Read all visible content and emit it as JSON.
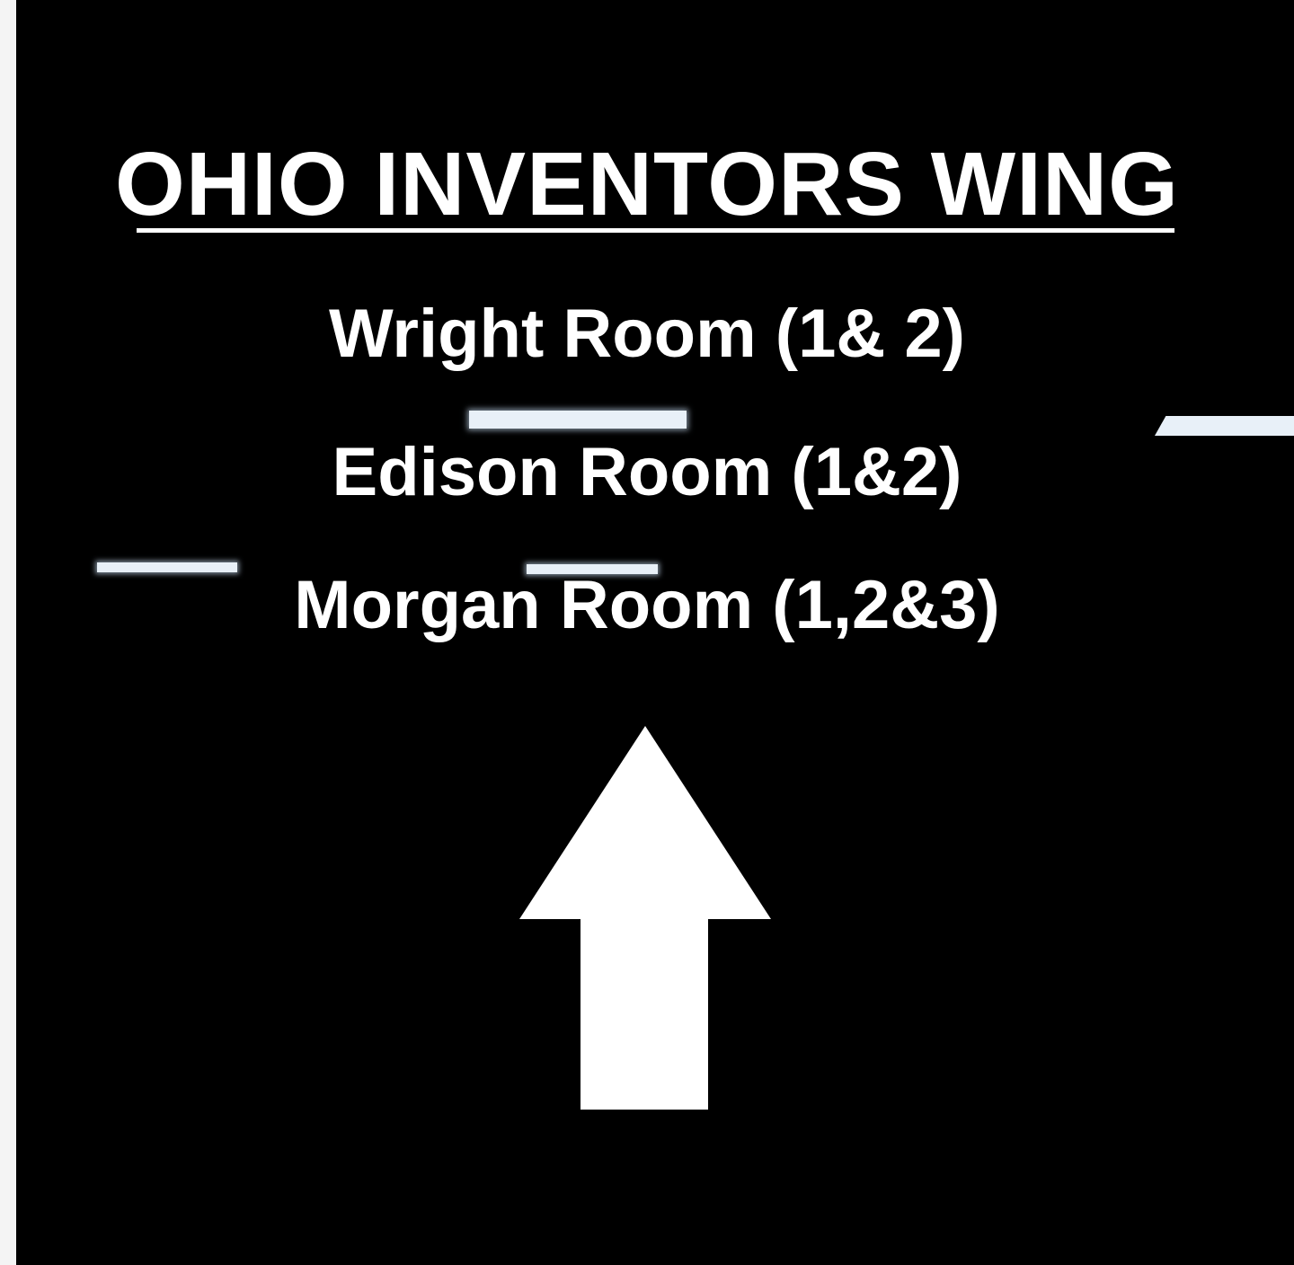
{
  "sign": {
    "title": "OHIO INVENTORS WING",
    "rooms": [
      "Wright Room (1& 2)",
      "Edison Room (1&2)",
      "Morgan Room (1,2&3)"
    ],
    "direction_icon": "arrow-up-icon",
    "background_color": "#000000",
    "text_color": "#ffffff"
  }
}
